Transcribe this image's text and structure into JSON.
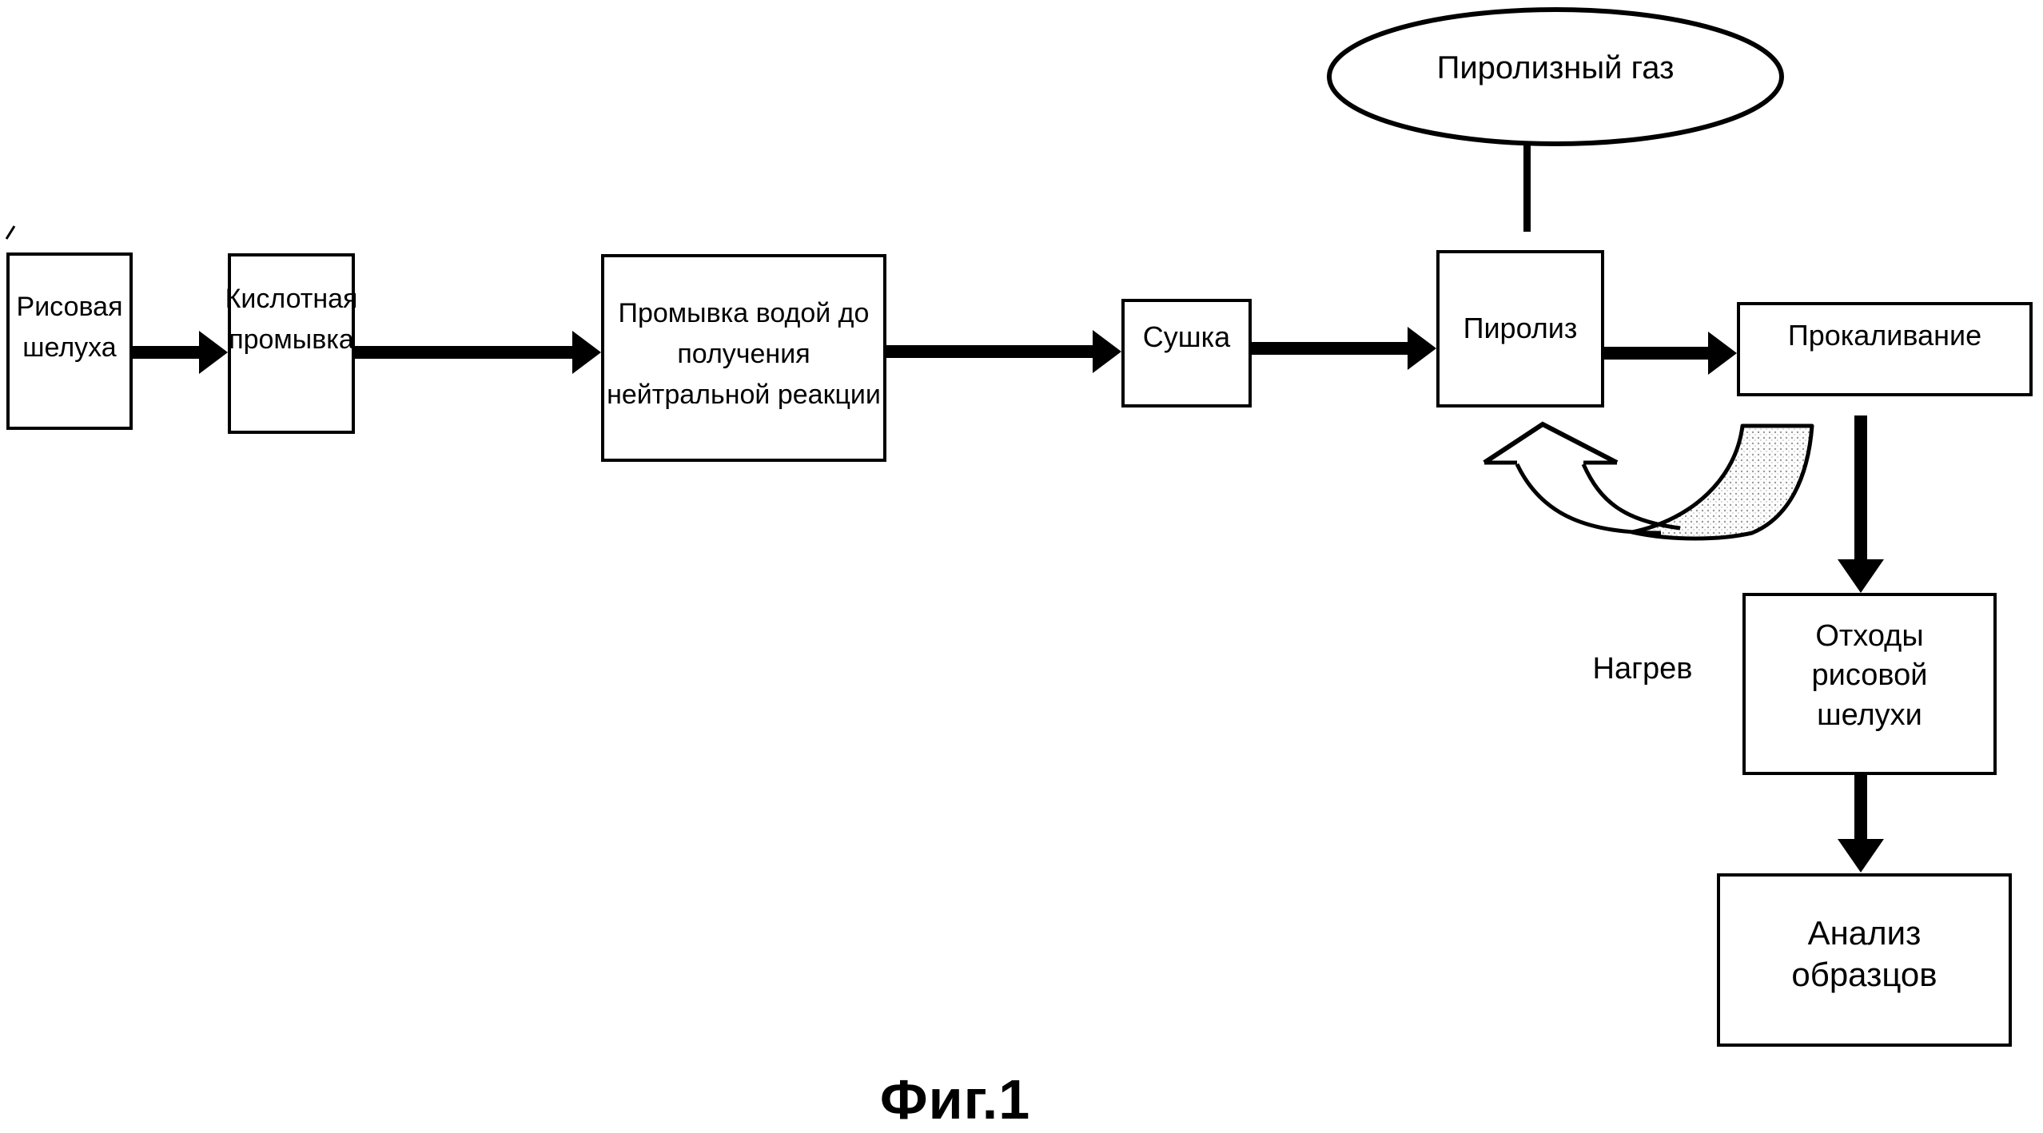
{
  "figure": {
    "caption": "Фиг.1",
    "colors": {
      "ink": "#000000",
      "paper": "#ffffff",
      "stipple": "#9a9a9a"
    },
    "nodes": {
      "rice_husk": {
        "label": "Рисовая\nшелуха"
      },
      "acid_wash": {
        "label": "Кислотная\nпромывка"
      },
      "water_wash": {
        "label": "Промывка водой до\nполучения\nнейтральной реакции"
      },
      "drying": {
        "label": "Сушка"
      },
      "pyrolysis": {
        "label": "Пиролиз"
      },
      "calcination": {
        "label": "Прокаливание"
      },
      "pyrolysis_gas": {
        "label": "Пиролизный газ"
      },
      "rice_husk_waste": {
        "label": "Отходы\nрисовой\nшелухи"
      },
      "sample_analysis": {
        "label": "Анализ\nобразцов"
      }
    },
    "labels": {
      "heating": "Нагрев"
    }
  }
}
